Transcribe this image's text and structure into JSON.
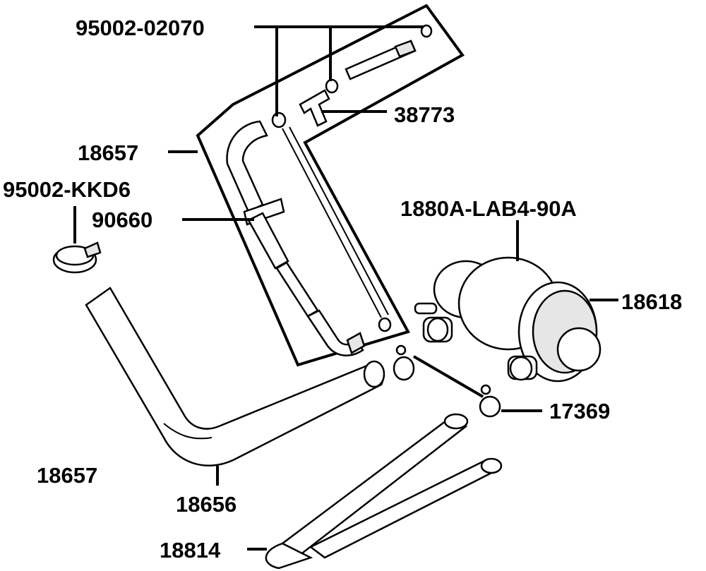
{
  "labels": {
    "clip_95002_02070": "95002-02070",
    "tee_38773": "38773",
    "hose_18657_kit": "18657",
    "clamp_95002_kkd6": "95002-KKD6",
    "strap_90660": "90660",
    "valve_1880a": "1880A-LAB4-90A",
    "cap_18618": "18618",
    "clip_17369": "17369",
    "hose_18657": "18657",
    "hose_18656": "18656",
    "pipe_18814": "18814"
  },
  "colors": {
    "line": "#000000",
    "background": "#ffffff",
    "part_fill": "#e6e6e6"
  },
  "icons": {
    "clamp": "hose-clamp-icon",
    "clip": "spring-clip-icon",
    "valve": "air-valve-icon"
  }
}
